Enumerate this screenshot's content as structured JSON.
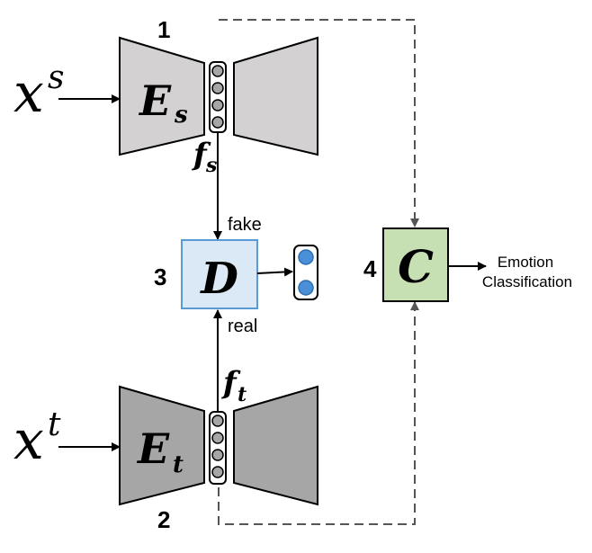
{
  "inputs": {
    "source": {
      "base": "x",
      "sup": "s"
    },
    "target": {
      "base": "x",
      "sup": "t"
    }
  },
  "encoders": {
    "source": {
      "base": "E",
      "sub": "s",
      "number": "1"
    },
    "target": {
      "base": "E",
      "sub": "t",
      "number": "2"
    }
  },
  "features": {
    "source": {
      "base": "f",
      "sub": "s"
    },
    "target": {
      "base": "f",
      "sub": "t"
    }
  },
  "discriminator": {
    "label": "D",
    "number": "3",
    "fake_label": "fake",
    "real_label": "real"
  },
  "classifier": {
    "label": "C",
    "number": "4",
    "output_line1": "Emotion",
    "output_line2": "Classification"
  },
  "colors": {
    "encoder_source": "#d3d1d2",
    "encoder_target": "#a6a6a6",
    "discriminator_fill": "#dbe9f6",
    "discriminator_stroke": "#5b9bd5",
    "classifier_fill": "#c6e0b4",
    "output_dot": "#4a90d9",
    "feature_dot": "#a6a6a6"
  }
}
